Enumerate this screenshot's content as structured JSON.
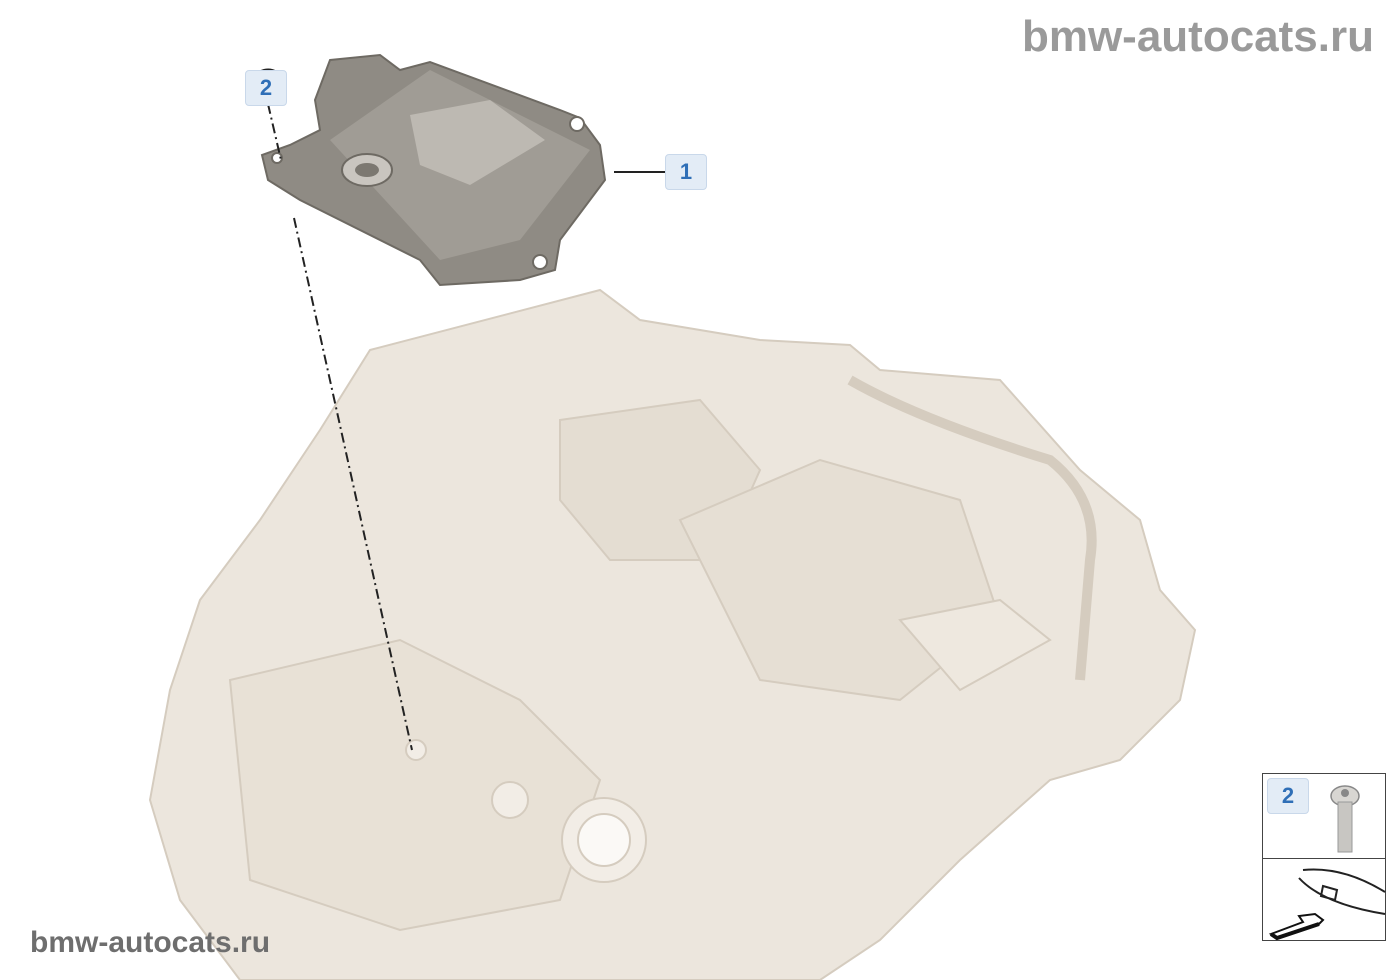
{
  "watermark": {
    "top": "bmw-autocats.ru",
    "bottom": "bmw-autocats.ru"
  },
  "callouts": [
    {
      "number": "1",
      "part": "control-unit"
    },
    {
      "number": "2",
      "part": "screw"
    }
  ],
  "legend": {
    "number": "2"
  }
}
